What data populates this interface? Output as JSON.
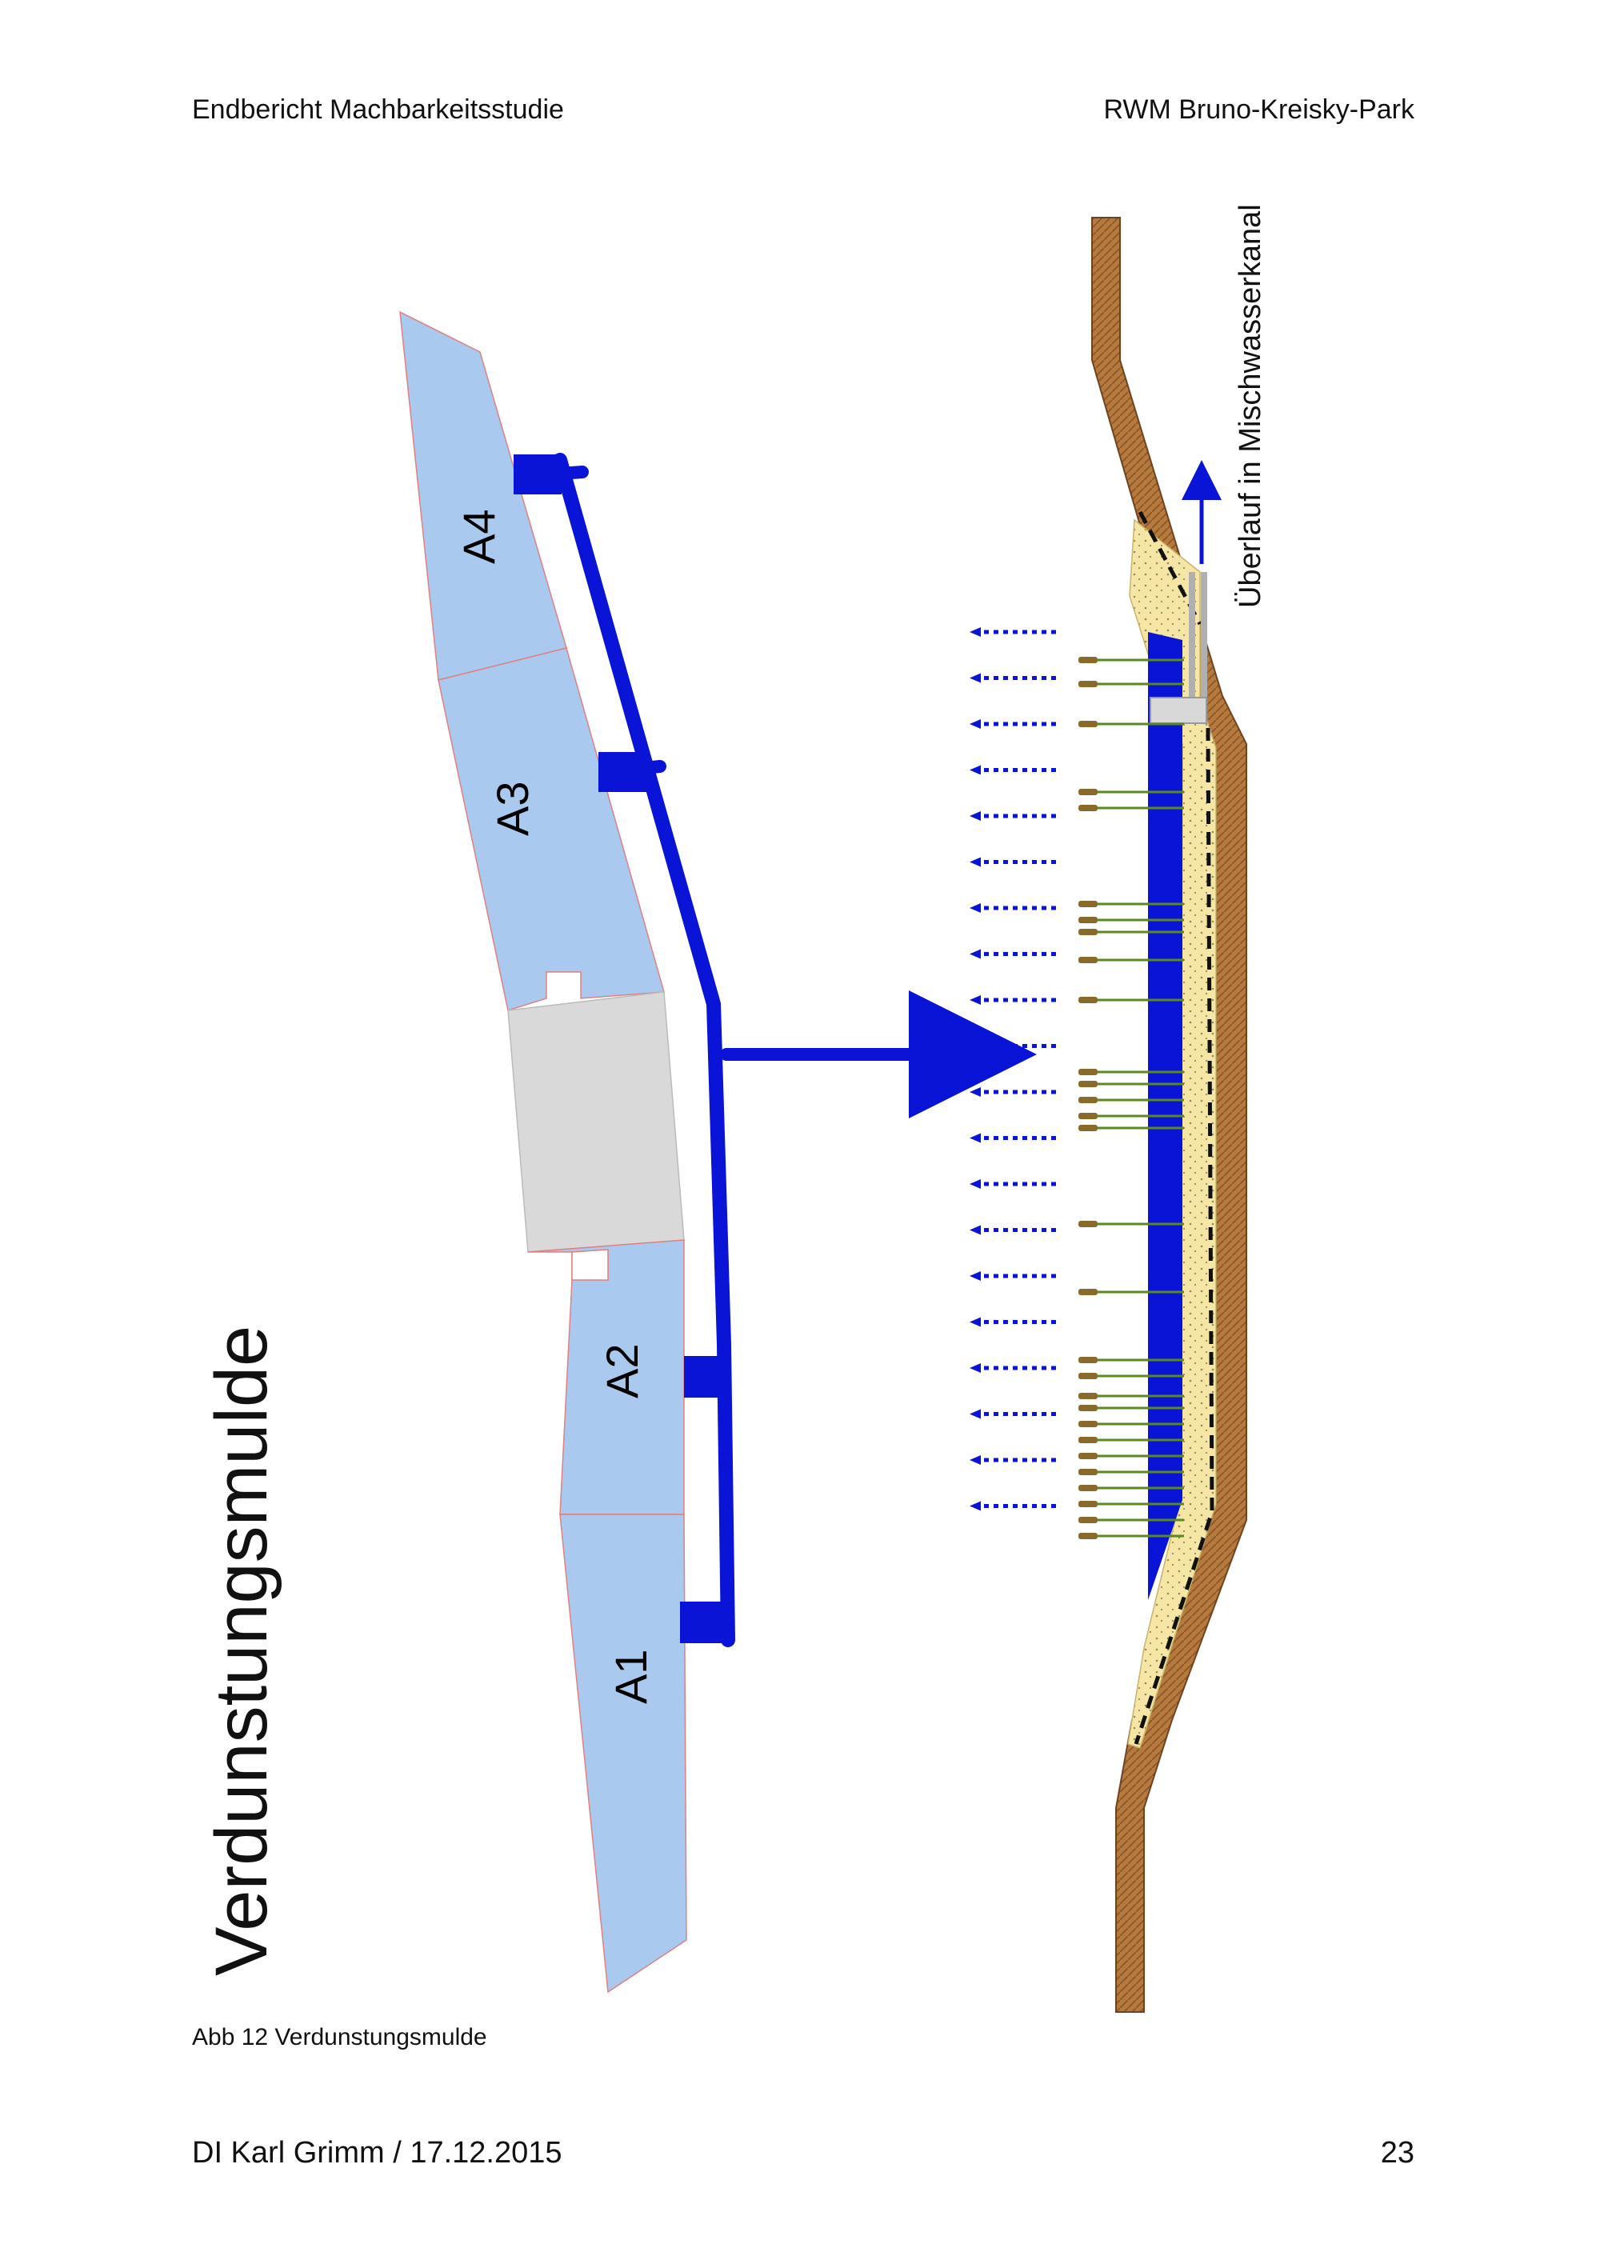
{
  "header": {
    "left": "Endbericht Machbarkeitsstudie",
    "right": "RWM Bruno-Kreisky-Park"
  },
  "diagram": {
    "title": "Verdunstungsmulde",
    "areas": [
      "A1",
      "A2",
      "A3",
      "A4"
    ],
    "overflow_label": "Überlauf in Mischwasserkanal",
    "colors": {
      "area_fill": "#a9c9ee",
      "area_outline": "#e08080",
      "building_fill": "#d9d9d9",
      "pipe": "#0a14d6",
      "water": "#0a14d6",
      "soil": "#b87a3c",
      "substrate": "#f5e6a6",
      "reed_stem": "#5a8a1e",
      "reed_head": "#8a6a2a"
    }
  },
  "caption": "Abb 12 Verdunstungsmulde",
  "footer": {
    "left": "DI Karl Grimm / 17.12.2015",
    "right": "23"
  }
}
